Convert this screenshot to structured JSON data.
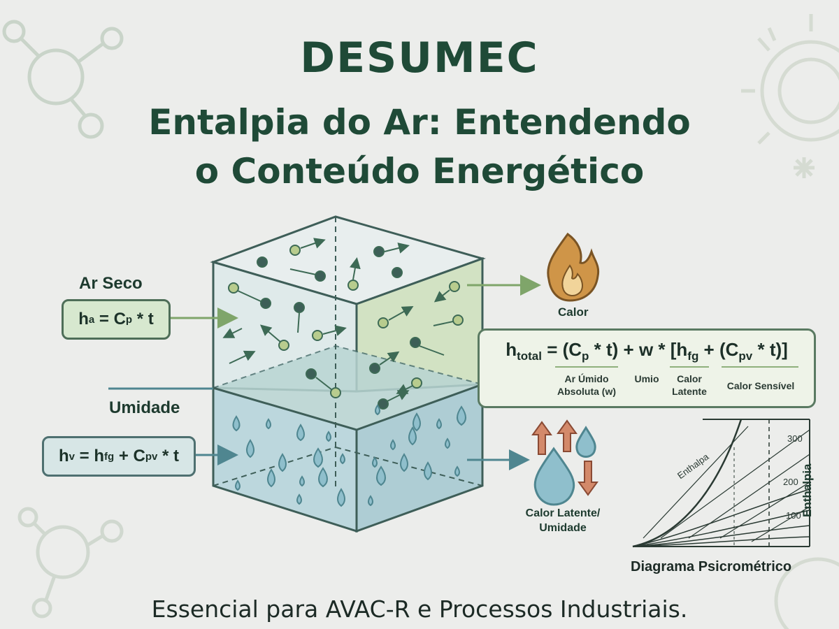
{
  "brand": {
    "logo_text": "DESUMEC"
  },
  "title": {
    "line1": "Entalpia do Ar: Entendendo",
    "line2": "o Conteúdo Energético"
  },
  "labels": {
    "ar_seco": "Ar Seco",
    "umidade": "Umidade",
    "calor": "Calor",
    "calor_latente_line1": "Calor Latente/",
    "calor_latente_line2": "Umidade"
  },
  "formulas": {
    "ha": {
      "lhs": "h",
      "lhs_sub": "a",
      "eq": " = C",
      "sub": "p",
      "rest": " * t"
    },
    "hv": {
      "lhs": "h",
      "lhs_sub": "v",
      "eq": " = h",
      "sub1": "fg",
      "mid": " + C",
      "sub2": "pv",
      "rest": " * t"
    },
    "total": {
      "lhs": "h",
      "lhs_sub": "total",
      "p1": " = (C",
      "p1_sub": "p",
      "p2": " * t) + w * [h",
      "p2_sub": "fg",
      "p3": " + (C",
      "p3_sub": "pv",
      "p4": " * t)]",
      "ann_ar_umido_1": "Ar Úmido",
      "ann_ar_umido_2": "Absoluta (w)",
      "ann_umio": "Umio",
      "ann_calor_lat_1": "Calor",
      "ann_calor_lat_2": "Latente",
      "ann_calor_sens": "Calor Sensível"
    }
  },
  "psychrometric": {
    "title": "Diagrama Psicrométrico",
    "axis_label": "Enthalpia",
    "curve_label": "Enthalpa",
    "ticks": [
      "300",
      "200",
      "100"
    ]
  },
  "footer": "Essencial para AVAC-R e Processos Industriais.",
  "colors": {
    "primary": "#1f4a37",
    "accent_green": "#7fa56a",
    "water": "#9bc3cf",
    "flame": "#c98a3c"
  }
}
